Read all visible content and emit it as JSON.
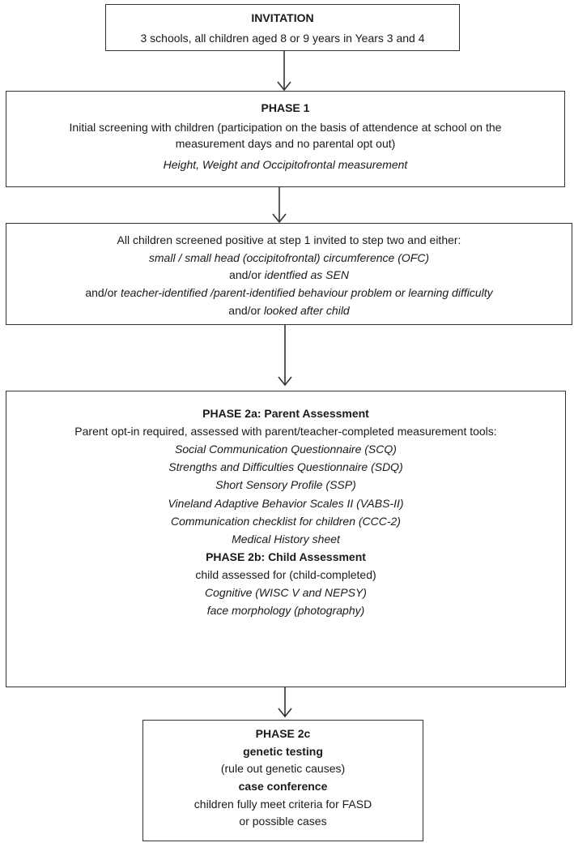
{
  "invitation": {
    "title": "INVITATION",
    "line1": "3 schools, all children aged 8 or 9 years in Years 3 and 4"
  },
  "phase1": {
    "title": "PHASE 1",
    "line1": "Initial screening with children (participation on the basis of attendence at school on the measurement  days and no parental opt out)",
    "line2": "Height, Weight and Occipitofrontal measurement"
  },
  "step2": {
    "intro": "All children screened positive at step 1 invited to step two and either:",
    "criterion1": "small / small head (occipitofrontal) circumference  (OFC)",
    "criterion2_prefix": "and/or ",
    "criterion2": "identfied as SEN",
    "criterion3_prefix": "and/or ",
    "criterion3": "teacher-identified  /parent-identified behaviour problem or learning difficulty",
    "criterion4_prefix": "and/or ",
    "criterion4": "looked after child"
  },
  "phase2a": {
    "title": "PHASE 2a: Parent Assessment",
    "intro": "Parent opt-in required, assessed with parent/teacher-completed  measurement tools:",
    "tools": [
      "Social Communication Questionnaire (SCQ)",
      "Strengths and Difficulties Questionnaire (SDQ)",
      "Short Sensory Profile (SSP)",
      "Vineland Adaptive Behavior Scales II (VABS-II)",
      "Communication checklist for children (CCC-2)",
      "Medical History sheet"
    ]
  },
  "phase2b": {
    "title": "PHASE 2b: Child Assessment",
    "intro": "child assessed for (child-completed)",
    "items": [
      "Cognitive (WISC V and NEPSY)",
      "face morphology (photography)"
    ]
  },
  "phase2c": {
    "title": "PHASE 2c",
    "genetic_title": "genetic testing",
    "genetic_note": "(rule out genetic causes)",
    "case_title": "case conference",
    "case_line1": "children fully meet criteria for FASD",
    "case_line2": "or possible cases"
  },
  "colors": {
    "border": "#333333",
    "arrow": "#333333",
    "text": "#1a1a1a"
  }
}
